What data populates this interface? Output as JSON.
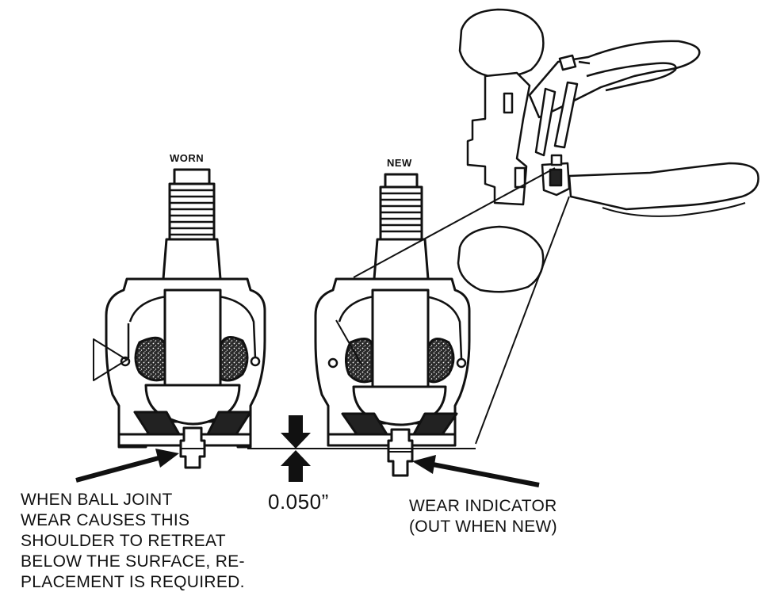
{
  "labels": {
    "worn": "WORN",
    "new": "NEW",
    "measurement": "0.050”",
    "left_caption": [
      "WHEN BALL JOINT",
      "WEAR CAUSES THIS",
      "SHOULDER TO RETREAT",
      "BELOW THE SURFACE, RE-",
      "PLACEMENT IS REQUIRED."
    ],
    "right_caption": [
      "WEAR INDICATOR",
      "(OUT WHEN NEW)"
    ]
  },
  "colors": {
    "ink": "#111111",
    "paper": "#ffffff",
    "rubber_fill": "#3a3a3a"
  }
}
